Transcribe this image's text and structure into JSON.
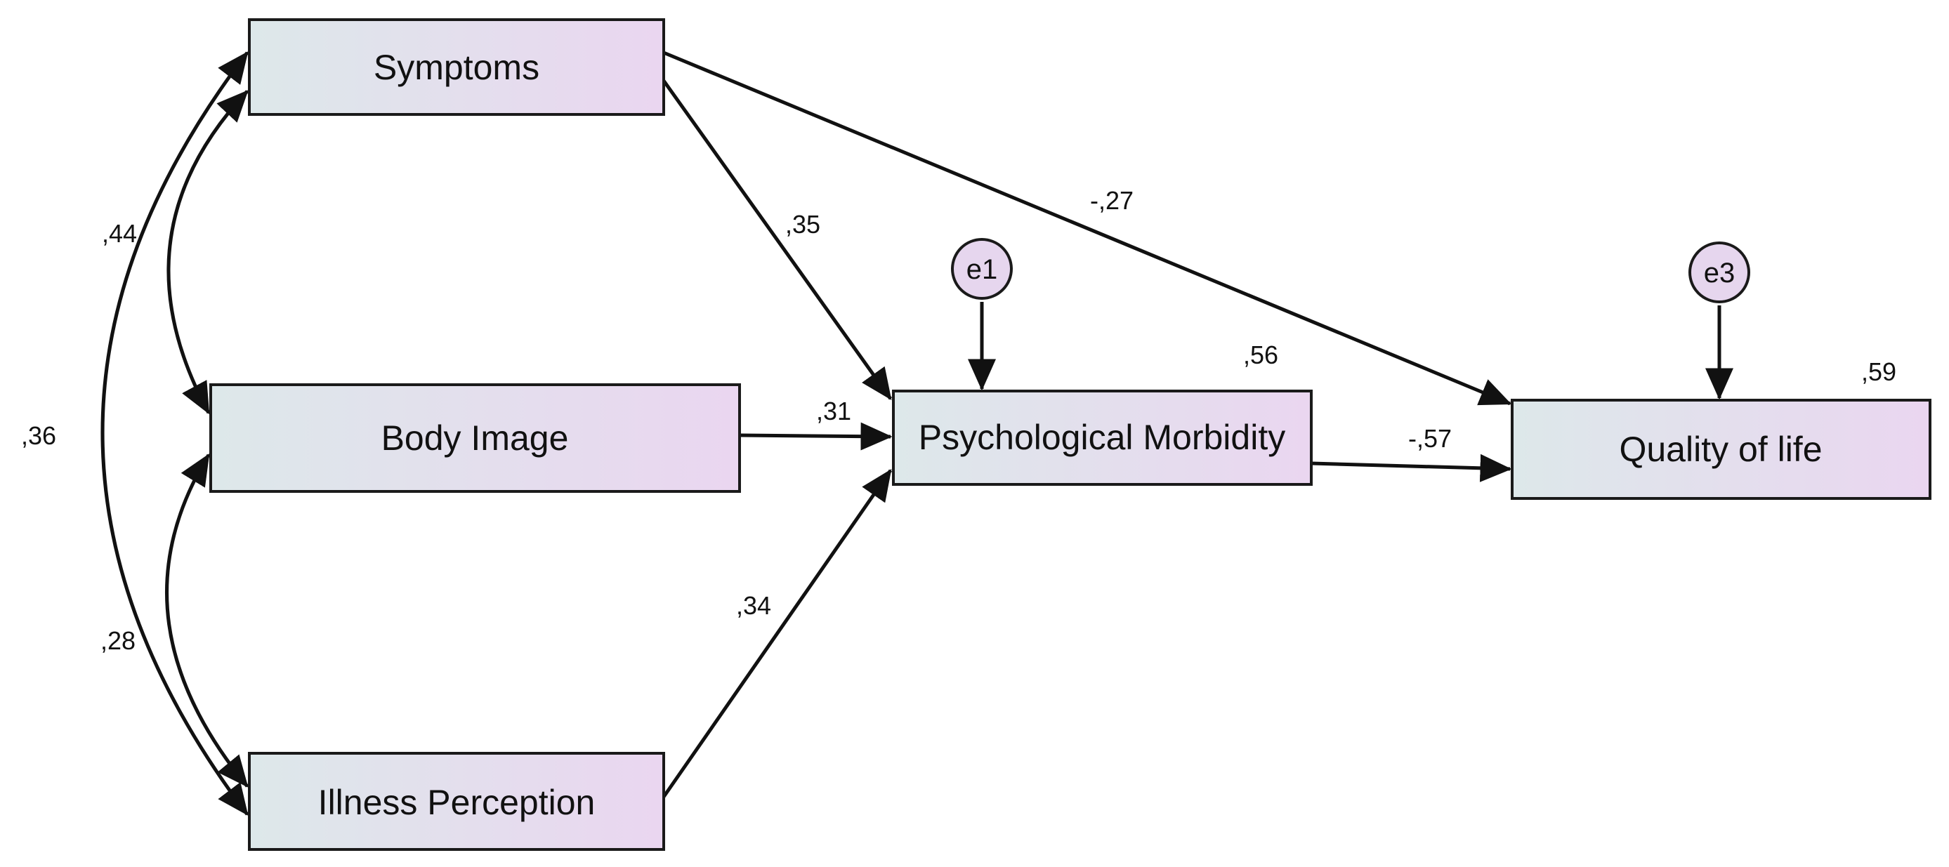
{
  "nodes": {
    "symptoms": "Symptoms",
    "body_image": "Body Image",
    "illness_perception": "Illness Perception",
    "psychological_morbidity": "Psychological Morbidity",
    "quality_of_life": "Quality of life"
  },
  "errors": {
    "e1": "e1",
    "e3": "e3"
  },
  "r_squared": {
    "psychological_morbidity": ",56",
    "quality_of_life": ",59"
  },
  "paths": {
    "symptoms_to_pm": ",35",
    "symptoms_to_qol": "-,27",
    "body_image_to_pm": ",31",
    "illness_perception_to_pm": ",34",
    "pm_to_qol": "-,57"
  },
  "correlations": {
    "symptoms_body_image": ",44",
    "body_image_illness_perception": ",28",
    "symptoms_illness_perception": ",36"
  },
  "colors": {
    "box_gradient_start": "#dde8ea",
    "box_gradient_end": "#ead6f0",
    "error_fill": "#e6d6ee",
    "line": "#111111"
  }
}
